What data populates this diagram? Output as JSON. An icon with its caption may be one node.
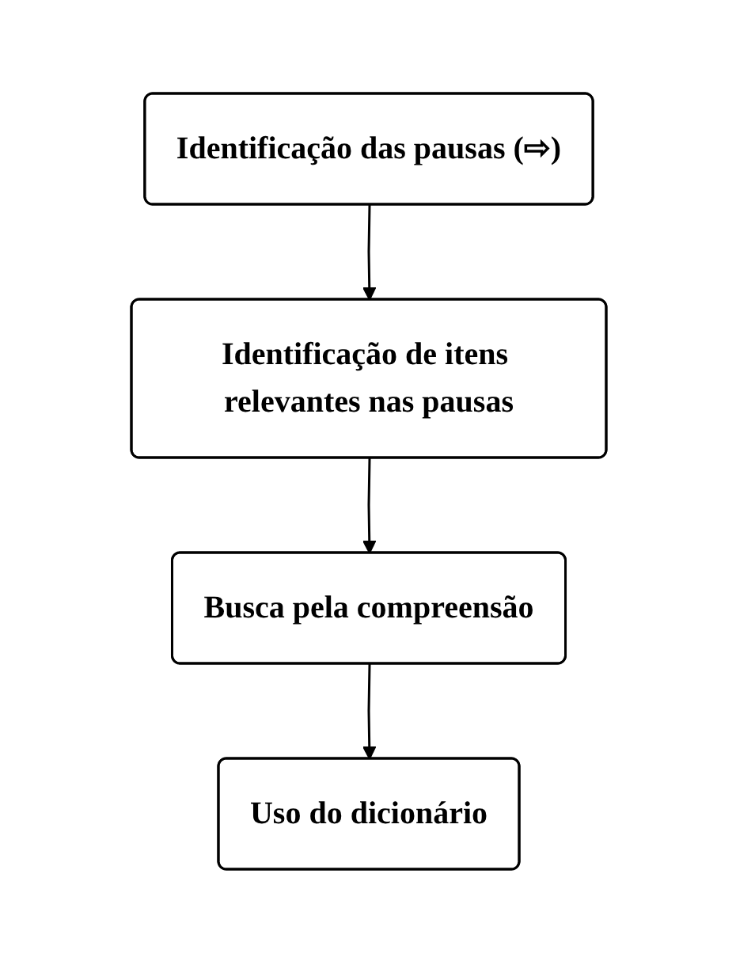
{
  "diagram": {
    "nodes": [
      {
        "text": [
          "Identificação das pausas (⇨)"
        ]
      },
      {
        "text": [
          "Identificação de itens relevantes nas pausas"
        ]
      },
      {
        "text": [
          "Busca pela compreensão"
        ]
      },
      {
        "text": [
          "Uso do dicionário"
        ]
      }
    ],
    "edges": [
      {
        "from": 0,
        "to": 1,
        "arrow": "to"
      },
      {
        "from": 1,
        "to": 2,
        "arrow": "to"
      },
      {
        "from": 2,
        "to": 3,
        "arrow": "to"
      }
    ]
  }
}
